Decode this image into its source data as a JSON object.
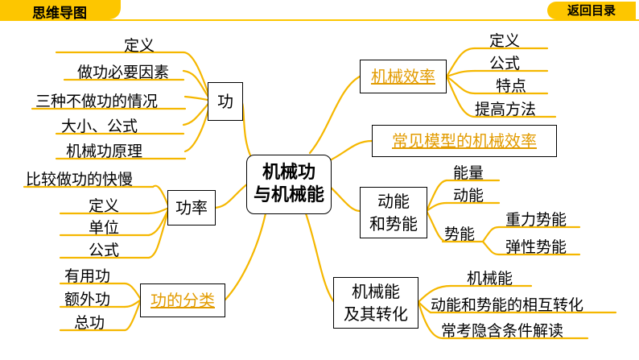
{
  "header": {
    "title": "思维导图",
    "back_label": "返回目录"
  },
  "center": {
    "line1": "机械功",
    "line2": "与机械能"
  },
  "left": {
    "work": {
      "label": "功",
      "items": [
        "定义",
        "做功必要因素",
        "三种不做功的情况",
        "大小、公式",
        "机械功原理"
      ]
    },
    "power": {
      "label": "功率",
      "items": [
        "比较做功的快慢",
        "定义",
        "单位",
        "公式"
      ]
    },
    "classification": {
      "label": "功的分类",
      "items": [
        "有用功",
        "额外功",
        "总功"
      ]
    }
  },
  "right": {
    "efficiency": {
      "label": "机械效率",
      "items": [
        "定义",
        "公式",
        "特点",
        "提高方法"
      ]
    },
    "models": {
      "label": "常见模型的机械效率"
    },
    "energy": {
      "line1": "动能",
      "line2": "和势能",
      "kinetic": {
        "label": "能量",
        "label2": "动能"
      },
      "potential": {
        "label": "势能",
        "items": [
          "重力势能",
          "弹性势能"
        ]
      }
    },
    "conversion": {
      "line1": "机械能",
      "line2": "及其转化",
      "items": [
        "机械能",
        "动能和势能的相互转化",
        "常考隐含条件解读"
      ]
    }
  },
  "colors": {
    "accent": "#FDC600",
    "link": "#E29B00",
    "branch": "#F5B700"
  }
}
